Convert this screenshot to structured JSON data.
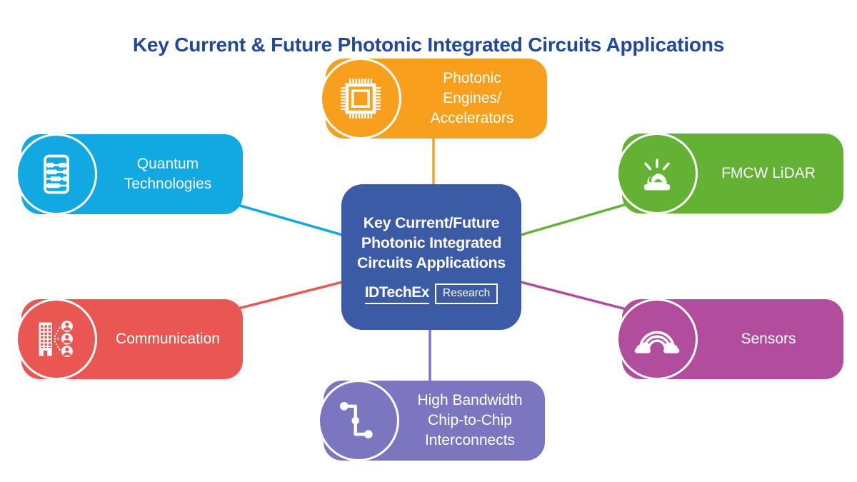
{
  "title": "Key Current & Future Photonic Integrated Circuits Applications",
  "title_color": "#21489B",
  "hub": {
    "line1": "Key Current/Future",
    "line2": "Photonic Integrated",
    "line3": "Circuits Applications",
    "color": "#3B5BA6",
    "text_color": "#FFFFFF",
    "logo": {
      "brand": "IDTechEx",
      "suffix": "Research"
    }
  },
  "nodes": [
    {
      "id": "photonic-engines",
      "label": "Photonic\nEngines/\nAccelerators",
      "color": "#F8A01D",
      "icon": "microchip-icon"
    },
    {
      "id": "quantum-technologies",
      "label": "Quantum\nTechnologies",
      "color": "#12A9E2",
      "icon": "abacus-icon"
    },
    {
      "id": "fmcw-lidar",
      "label": "FMCW LiDAR",
      "color": "#64B233",
      "icon": "siren-icon"
    },
    {
      "id": "communication",
      "label": "Communication",
      "color": "#EA5753",
      "icon": "building-people-icon"
    },
    {
      "id": "sensors",
      "label": "Sensors",
      "color": "#B24C9D",
      "icon": "rainbow-icon"
    },
    {
      "id": "chip-interconnects",
      "label": "High Bandwidth\nChip-to-Chip\nInterconnects",
      "color": "#7C76C1",
      "icon": "circuit-trace-icon"
    }
  ]
}
